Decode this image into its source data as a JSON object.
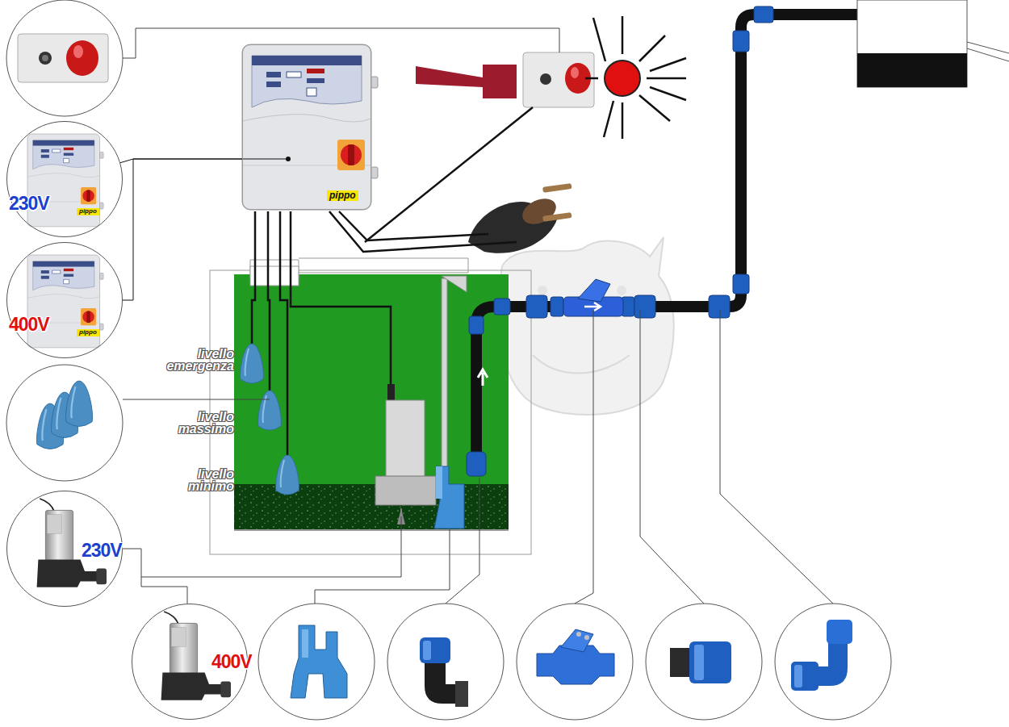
{
  "diagram": {
    "nodes": [
      {
        "text": [
          "230V",
          "pippo"
        ]
      },
      {
        "text": [
          "400V",
          "pippo"
        ]
      },
      {
        "text": [
          "pippo"
        ]
      },
      {
        "text": [
          "230V"
        ]
      },
      {
        "text": [
          "400V"
        ]
      }
    ],
    "edges": [
      {
        "from": 0,
        "to": 2,
        "arrow": "none"
      },
      {
        "from": 1,
        "to": 2,
        "arrow": "none"
      }
    ],
    "labels": [
      "livello emergenza",
      "livello massimo",
      "livello minimo"
    ]
  }
}
